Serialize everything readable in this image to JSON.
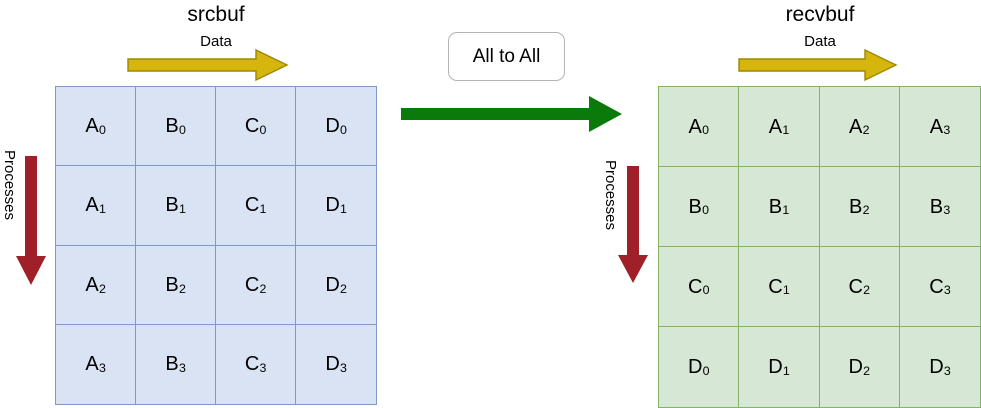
{
  "diagram": {
    "title_src": "srcbuf",
    "title_recv": "recvbuf",
    "operation_label": "All to All",
    "data_axis_label": "Data",
    "process_axis_label": "Processes",
    "colors": {
      "src_fill": "#dae3f4",
      "src_border": "#7c99c9",
      "recv_fill": "#d6e8d5",
      "recv_border": "#82b366",
      "data_arrow": "#d6b60d",
      "data_arrow_border": "#9c8800",
      "process_arrow": "#a02029",
      "operation_arrow": "#0a7a0a",
      "box_border": "#b3b3b3"
    }
  },
  "src_matrix": {
    "name": "srcbuf",
    "rows": [
      [
        {
          "letter": "A",
          "index": "0"
        },
        {
          "letter": "B",
          "index": "0"
        },
        {
          "letter": "C",
          "index": "0"
        },
        {
          "letter": "D",
          "index": "0"
        }
      ],
      [
        {
          "letter": "A",
          "index": "1"
        },
        {
          "letter": "B",
          "index": "1"
        },
        {
          "letter": "C",
          "index": "1"
        },
        {
          "letter": "D",
          "index": "1"
        }
      ],
      [
        {
          "letter": "A",
          "index": "2"
        },
        {
          "letter": "B",
          "index": "2"
        },
        {
          "letter": "C",
          "index": "2"
        },
        {
          "letter": "D",
          "index": "2"
        }
      ],
      [
        {
          "letter": "A",
          "index": "3"
        },
        {
          "letter": "B",
          "index": "3"
        },
        {
          "letter": "C",
          "index": "3"
        },
        {
          "letter": "D",
          "index": "3"
        }
      ]
    ]
  },
  "recv_matrix": {
    "name": "recvbuf",
    "rows": [
      [
        {
          "letter": "A",
          "index": "0"
        },
        {
          "letter": "A",
          "index": "1"
        },
        {
          "letter": "A",
          "index": "2"
        },
        {
          "letter": "A",
          "index": "3"
        }
      ],
      [
        {
          "letter": "B",
          "index": "0"
        },
        {
          "letter": "B",
          "index": "1"
        },
        {
          "letter": "B",
          "index": "2"
        },
        {
          "letter": "B",
          "index": "3"
        }
      ],
      [
        {
          "letter": "C",
          "index": "0"
        },
        {
          "letter": "C",
          "index": "1"
        },
        {
          "letter": "C",
          "index": "2"
        },
        {
          "letter": "C",
          "index": "3"
        }
      ],
      [
        {
          "letter": "D",
          "index": "0"
        },
        {
          "letter": "D",
          "index": "1"
        },
        {
          "letter": "D",
          "index": "2"
        },
        {
          "letter": "D",
          "index": "3"
        }
      ]
    ]
  }
}
